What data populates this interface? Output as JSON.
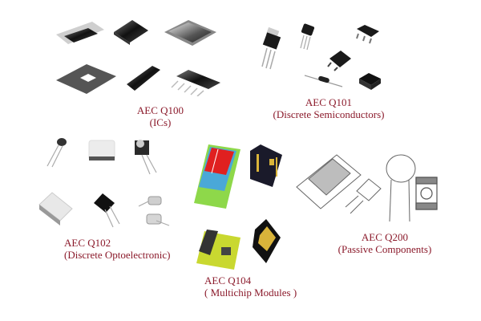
{
  "colors": {
    "label_text": "#8b1a2b",
    "background": "#ffffff",
    "chip_dark": "#1c1c1c",
    "lead_gray": "#b8b8b8",
    "module_green": "#8ed84a",
    "module_red": "#e02020",
    "module_blue": "#4aa8d8",
    "gold": "#d9b43a"
  },
  "groups": [
    {
      "id": "q100",
      "standard": "AEC Q100",
      "category": "(ICs)",
      "icons": [
        "soic-ic-icon",
        "qfn-ic-icon",
        "qfp-ic-icon",
        "bga-ic-icon",
        "sop-ic-icon",
        "sip-ic-icon"
      ]
    },
    {
      "id": "q101",
      "standard": "AEC Q101",
      "category": "(Discrete Semiconductors)",
      "icons": [
        "to220-transistor-icon",
        "to92-transistor-icon",
        "sot223-icon",
        "dpak-icon",
        "axial-diode-icon",
        "smd-diode-icon"
      ]
    },
    {
      "id": "q102",
      "standard": "AEC Q102",
      "category": "(Discrete Optoelectronic)",
      "icons": [
        "led-icon",
        "smd-led-icon",
        "ir-receiver-icon",
        "chip-led-icon",
        "photodiode-icon",
        "laser-diode-icon"
      ]
    },
    {
      "id": "q104",
      "standard": "AEC Q104",
      "category": "( Multichip Modules )",
      "icons": [
        "sip-module-icon",
        "mcm-package-icon",
        "sensor-module-icon",
        "lga-module-icon"
      ]
    },
    {
      "id": "q200",
      "standard": "AEC Q200",
      "category": "(Passive Components)",
      "icons": [
        "chip-resistor-icon",
        "electrolytic-capacitor-icon",
        "disc-capacitor-icon",
        "smd-inductor-icon"
      ]
    }
  ]
}
